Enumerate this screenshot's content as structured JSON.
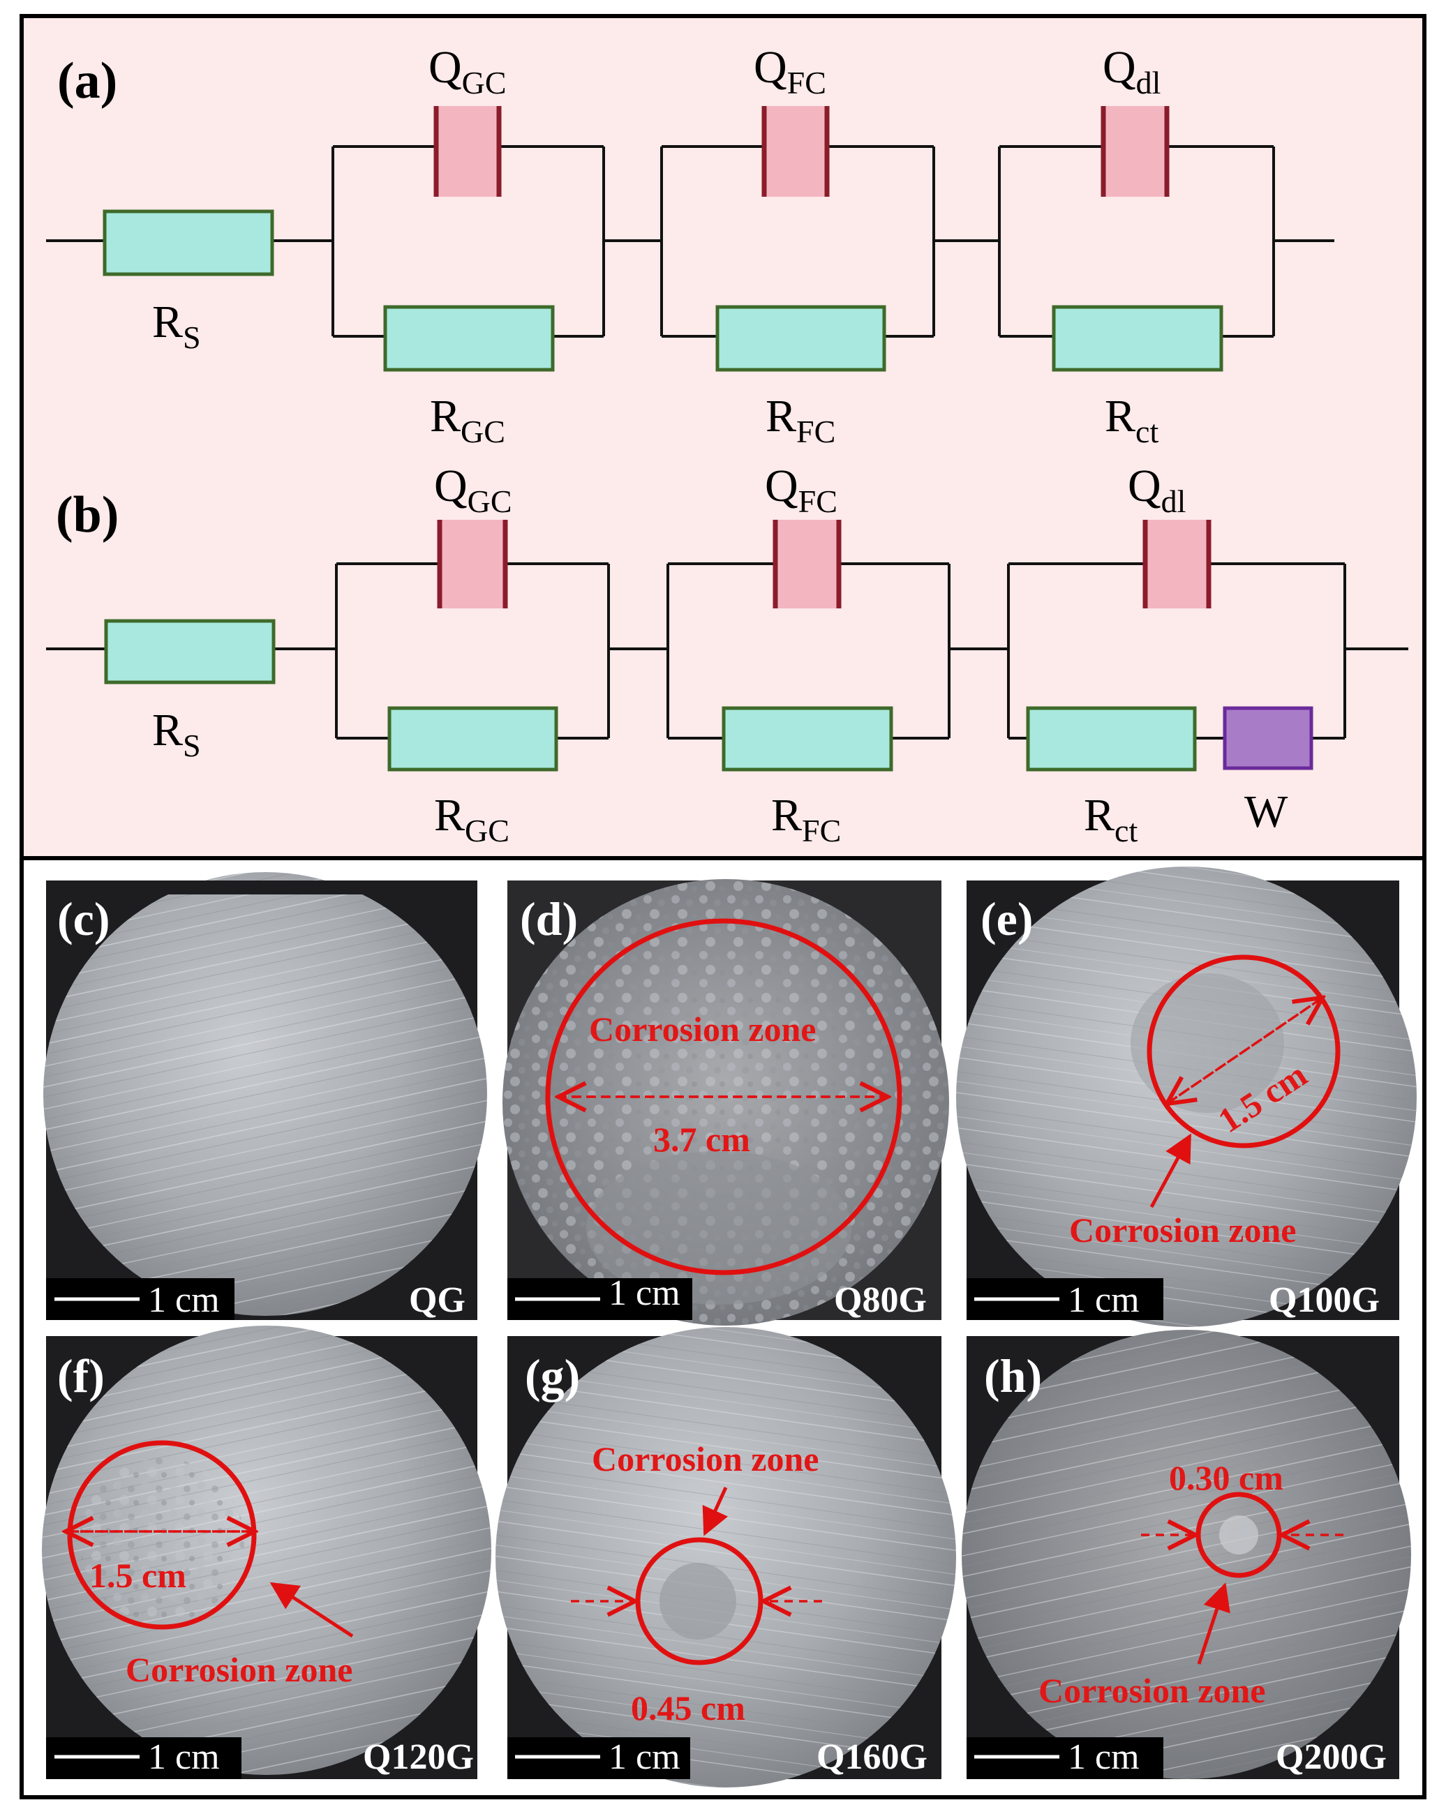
{
  "circuits": [
    {
      "letter": "(a)",
      "components": {
        "rs": {
          "main": "R",
          "sub": "S"
        },
        "qgc": {
          "main": "Q",
          "sub": "GC"
        },
        "rgc": {
          "main": "R",
          "sub": "GC"
        },
        "qfc": {
          "main": "Q",
          "sub": "FC"
        },
        "rfc": {
          "main": "R",
          "sub": "FC"
        },
        "qdl": {
          "main": "Q",
          "sub": "dl"
        },
        "rct": {
          "main": "R",
          "sub": "ct"
        }
      }
    },
    {
      "letter": "(b)",
      "components": {
        "rs": {
          "main": "R",
          "sub": "S"
        },
        "qgc": {
          "main": "Q",
          "sub": "GC"
        },
        "rgc": {
          "main": "R",
          "sub": "GC"
        },
        "qfc": {
          "main": "Q",
          "sub": "FC"
        },
        "rfc": {
          "main": "R",
          "sub": "FC"
        },
        "qdl": {
          "main": "Q",
          "sub": "dl"
        },
        "rct": {
          "main": "R",
          "sub": "ct"
        },
        "w": "W"
      }
    }
  ],
  "photos": [
    {
      "letter": "(c)",
      "sample": "QG",
      "scale": "1 cm"
    },
    {
      "letter": "(d)",
      "sample": "Q80G",
      "scale": "1 cm",
      "zone": "Corrosion zone",
      "size": "3.7 cm"
    },
    {
      "letter": "(e)",
      "sample": "Q100G",
      "scale": "1 cm",
      "zone": "Corrosion zone",
      "size": "1.5 cm"
    },
    {
      "letter": "(f)",
      "sample": "Q120G",
      "scale": "1 cm",
      "zone": "Corrosion zone",
      "size": "1.5 cm"
    },
    {
      "letter": "(g)",
      "sample": "Q160G",
      "scale": "1 cm",
      "zone": "Corrosion zone",
      "size": "0.45 cm"
    },
    {
      "letter": "(h)",
      "sample": "Q200G",
      "scale": "1 cm",
      "zone": "Corrosion zone",
      "size": "0.30 cm"
    }
  ],
  "colors": {
    "circuit_bg": "#fdeaea",
    "resistor_fill": "#a8e8de",
    "resistor_stroke": "#3e6a2a",
    "cpe_fill": "#f3b6c0",
    "cpe_plate": "#8a1c2c",
    "warburg_fill": "#a97cc8",
    "annotation_red": "#e01010"
  }
}
